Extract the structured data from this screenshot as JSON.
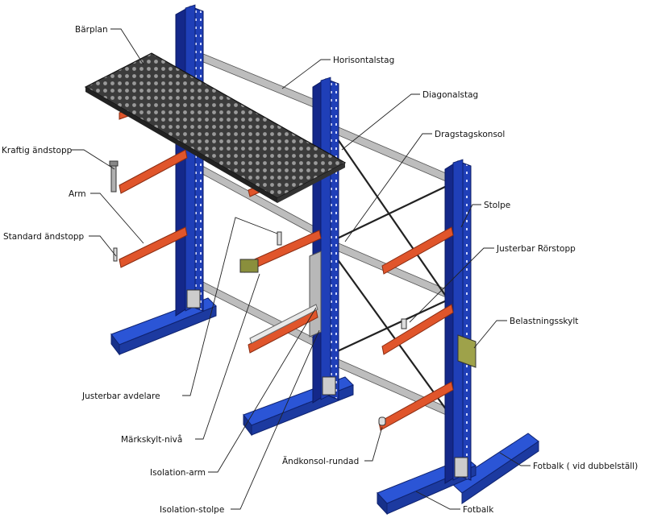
{
  "diagram": {
    "labels": {
      "barplan": "Bärplan",
      "horisontalstag": "Horisontalstag",
      "diagonalstag": "Diagonalstag",
      "dragstagskonsol": "Dragstagskonsol",
      "kraftig_andstopp": "Kraftig ändstopp",
      "arm": "Arm",
      "standard_andstopp": "Standard ändstopp",
      "stolpe": "Stolpe",
      "justerbar_rorstopp": "Justerbar Rörstopp",
      "belastningsskylt": "Belastningsskylt",
      "justerbar_avdelare": "Justerbar avdelare",
      "markskylt_niva": "Märkskylt-nivå",
      "isolation_arm": "Isolation-arm",
      "andkonsol_rundad": "Ändkonsol-rundad",
      "fotbalk_dubbel": "Fotbalk ( vid dubbelställ)",
      "isolation_stolpe": "Isolation-stolpe",
      "fotbalk": "Fotbalk"
    },
    "colors": {
      "column": "#1f3fb8",
      "column_dark": "#14288a",
      "arm": "#e0552b",
      "arm_dark": "#a9381a",
      "base": "#2b55d6",
      "tube": "#bfbfbf",
      "deck": "#3a3a3a",
      "plate": "#8a8f3c",
      "sign": "#9ea24a"
    }
  }
}
